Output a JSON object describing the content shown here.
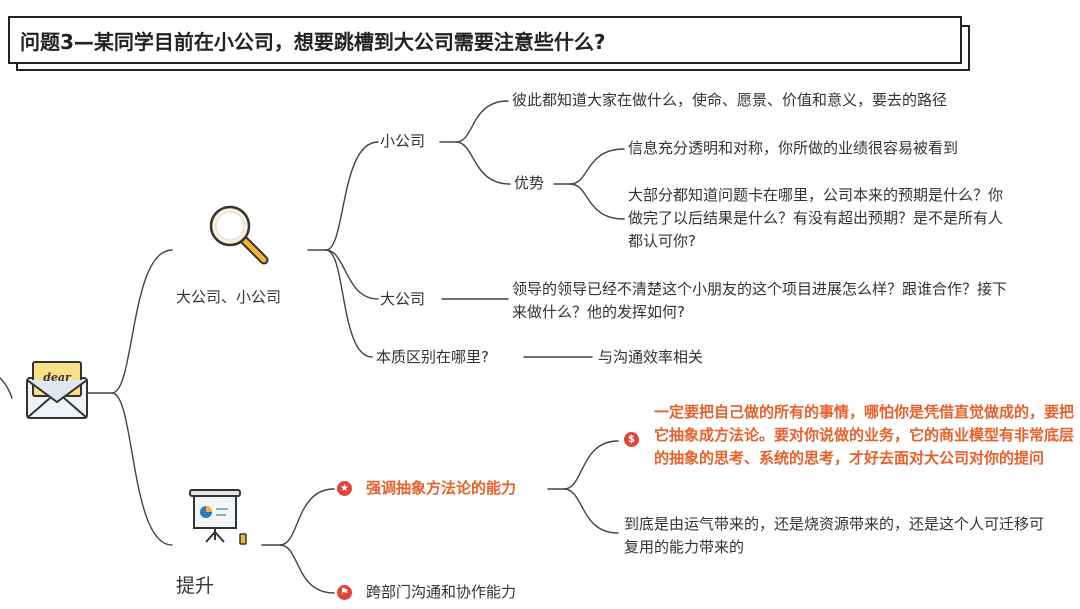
{
  "title": "问题3—某同学目前在小公司，想要跳槽到大公司需要注意些什么?",
  "branches": {
    "company": {
      "label": "大公司、小公司",
      "icon": "magnifier-icon",
      "small": {
        "label": "小公司",
        "leaf1": "彼此都知道大家在做什么，使命、愿景、价值和意义，要去的路径",
        "advantage": {
          "label": "优势",
          "leaf1": "信息充分透明和对称，你所做的业绩很容易被看到",
          "leaf2": "大部分都知道问题卡在哪里，公司本来的预期是什么？你做完了以后结果是什么？有没有超出预期？是不是所有人都认可你?"
        }
      },
      "big": {
        "label": "大公司",
        "leaf1": "领导的领导已经不清楚这个小朋友的这个项目进展怎么样？跟谁合作？接下来做什么？他的发挥如何?"
      },
      "essence": {
        "label": "本质区别在哪里?",
        "leaf1": "与沟通效率相关"
      }
    },
    "improve": {
      "label": "提升",
      "icon": "presentation-board-icon",
      "abstract": {
        "label": "强调抽象方法论的能力",
        "leaf1": "一定要把自己做的所有的事情，哪怕你是凭借直觉做成的，要把它抽象成方法论。要对你说做的业务，它的商业模型有非常底层的抽象的思考、系统的思考，才好去面对大公司对你的提问",
        "leaf2": "到底是由运气带来的，还是烧资源带来的，还是这个人可迁移可复用的能力带来的"
      },
      "cross": {
        "label": "跨部门沟通和协作能力"
      }
    }
  },
  "root_icon": "envelope-dear-icon",
  "root_icon_text": "dear",
  "colors": {
    "highlight": "#e8602c",
    "badge": "#e0453a",
    "line": "#444444"
  }
}
